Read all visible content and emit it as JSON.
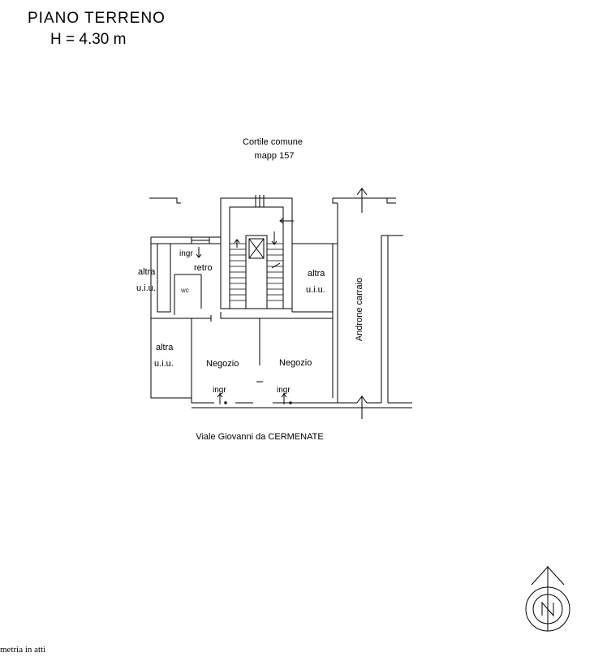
{
  "header": {
    "floor_title": "PIANO  TERRENO",
    "floor_height": "H = 4.30 m"
  },
  "plan": {
    "courtyard": "Cortile  comune",
    "courtyard_ref": "mapp 157",
    "street": "Viale  Giovanni da CERMENATE",
    "rooms": {
      "other_unit_label_1": "altra",
      "other_unit_label_2": "u.i.u.",
      "retro": "retro",
      "wc": "WC",
      "shop": "Negozio",
      "entrance": "ingr",
      "driveway": "Androne   carraio"
    }
  },
  "footer": {
    "note": "metria in atti"
  },
  "colors": {
    "line": "#000000",
    "background": "#ffffff"
  },
  "icons": {
    "north": "north-arrow-icon"
  }
}
